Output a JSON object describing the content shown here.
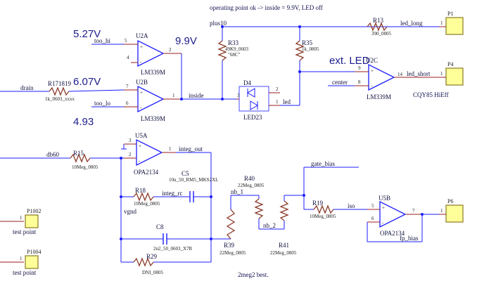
{
  "header": {
    "note": "operating point ok -> inside = 9.9V, LED off"
  },
  "annotations": {
    "v_top": "5.27V",
    "v_mid": "6.07V",
    "v_low": "4.93",
    "v_out": "9.9V",
    "ext_led": "ext. LED",
    "cqy": "CQY85 HiEff",
    "best": "2meg2 best."
  },
  "nets": {
    "plus10": "plus10",
    "too_hi": "too_hi",
    "too_lo": "too_lo",
    "drain": "drain",
    "inside": "inside",
    "led": "led",
    "center": "center",
    "led_long": "led_long",
    "led_short": "led_short",
    "db60": "db60",
    "integ_out": "integ_out",
    "integ_rc": "integ_rc",
    "vgnd": "vgnd",
    "gate_bias": "gate_bias",
    "nb_1": "nb_1",
    "nb_2": "nb_2",
    "iso": "iso",
    "fp_bias": "fp_bias"
  },
  "parts": {
    "u2a": {
      "ref": "U2A",
      "value": "LM339M"
    },
    "u2b": {
      "ref": "U2B",
      "value": "LM339M"
    },
    "u2c": {
      "ref": "U2C",
      "value": "LM339M"
    },
    "u5a": {
      "ref": "U5A",
      "value": "OPA2134"
    },
    "u5b": {
      "ref": "U5B",
      "value": "OPA2134"
    },
    "r171819": {
      "ref": "R171819",
      "value": "1k_0603_xxxx"
    },
    "r13": {
      "ref": "R13",
      "value": "390_0805"
    },
    "r33": {
      "ref": "R33",
      "value": "49K9_0603",
      "extra": "\"68C\""
    },
    "r35": {
      "ref": "R35",
      "value": "1k_0805"
    },
    "d4": {
      "ref": "D4",
      "value": "LED23"
    },
    "r15": {
      "ref": "R15",
      "value": "10Meg_0805"
    },
    "c5": {
      "ref": "C5",
      "value": "10u_50_RM5_MKS2XL"
    },
    "r18": {
      "ref": "R18",
      "value": "10Meg_0805"
    },
    "r40": {
      "ref": "R40",
      "value": "22Meg_0805"
    },
    "c8": {
      "ref": "C8",
      "value": "2n2_50_0603_X7R"
    },
    "r29": {
      "ref": "R29",
      "value": "DNI_0805"
    },
    "r39": {
      "ref": "R39",
      "value": "22Meg_0805"
    },
    "r41": {
      "ref": "R41",
      "value": "22Meg_0805"
    },
    "r19": {
      "ref": "R19",
      "value": "10Meg_0805"
    }
  },
  "connectors": {
    "p1": {
      "ref": "P1",
      "pin": "1"
    },
    "p4": {
      "ref": "P4",
      "pin": "1"
    },
    "p6": {
      "ref": "P6",
      "pin": "1"
    },
    "p1002": {
      "ref": "P1002",
      "pin": "1",
      "label": "test point"
    },
    "p1004": {
      "ref": "P1004",
      "pin": "1",
      "label": "test point"
    }
  },
  "pins": {
    "u2a_in_p": "5",
    "u2a_in_n": "4",
    "u2a_out": "2",
    "u2b_in_p": "7",
    "u2b_in_n": "6",
    "u2b_out": "1",
    "u2c_in_p": "9",
    "u2c_in_n": "8",
    "u2c_out": "14",
    "u5a_in_p": "3",
    "u5a_in_n": "2",
    "u5a_out": "1",
    "u5b_in_p": "5",
    "u5b_in_n": "6",
    "u5b_out": "7",
    "d4_a": "3",
    "d4_b": "2",
    "d4_c": "1"
  },
  "symbols": {
    "plus": "+",
    "minus": "-"
  }
}
